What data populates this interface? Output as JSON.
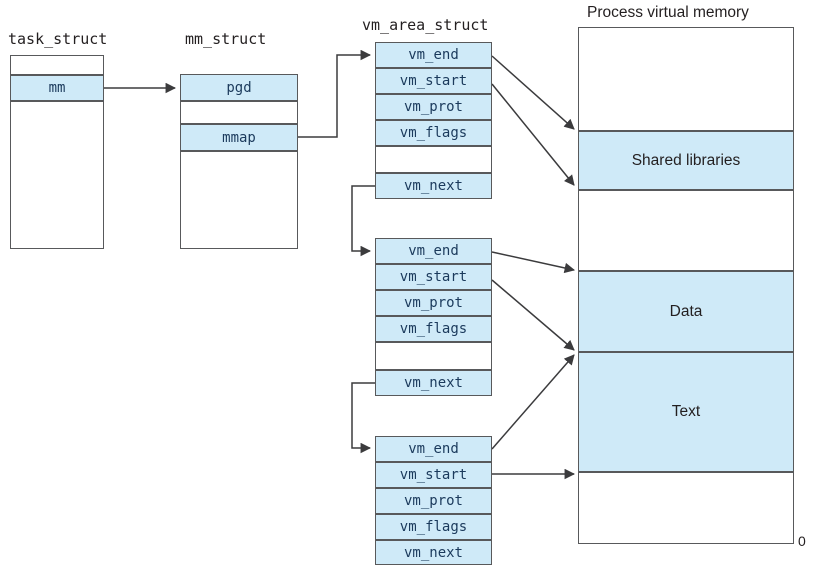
{
  "diagram": {
    "title_task_struct": "task_struct",
    "title_mm_struct": "mm_struct",
    "title_vm_area_struct": "vm_area_struct",
    "title_process_memory": "Process virtual memory",
    "zero_label": "0",
    "colors": {
      "highlight_fill": "#cfeaf8",
      "stroke": "#58595b",
      "mono_text": "#1b3a5c",
      "sans_text": "#231f20",
      "background": "#ffffff"
    }
  },
  "task_struct": {
    "rows": [
      {
        "label": "",
        "highlight": false
      },
      {
        "label": "mm",
        "highlight": true
      },
      {
        "label": "",
        "highlight": false
      }
    ]
  },
  "mm_struct": {
    "rows": [
      {
        "label": "pgd",
        "highlight": true
      },
      {
        "label": "",
        "highlight": false
      },
      {
        "label": "mmap",
        "highlight": true
      },
      {
        "label": "",
        "highlight": false
      }
    ]
  },
  "vm_area_structs": [
    {
      "name": "vma-1",
      "rows": [
        {
          "label": "vm_end",
          "highlight": true
        },
        {
          "label": "vm_start",
          "highlight": true
        },
        {
          "label": "vm_prot",
          "highlight": true
        },
        {
          "label": "vm_flags",
          "highlight": true
        },
        {
          "label": "",
          "highlight": false
        },
        {
          "label": "vm_next",
          "highlight": true
        }
      ]
    },
    {
      "name": "vma-2",
      "rows": [
        {
          "label": "vm_end",
          "highlight": true
        },
        {
          "label": "vm_start",
          "highlight": true
        },
        {
          "label": "vm_prot",
          "highlight": true
        },
        {
          "label": "vm_flags",
          "highlight": true
        },
        {
          "label": "",
          "highlight": false
        },
        {
          "label": "vm_next",
          "highlight": true
        }
      ]
    },
    {
      "name": "vma-3",
      "rows": [
        {
          "label": "vm_end",
          "highlight": true
        },
        {
          "label": "vm_start",
          "highlight": true
        },
        {
          "label": "vm_prot",
          "highlight": true
        },
        {
          "label": "vm_flags",
          "highlight": true
        },
        {
          "label": "vm_next",
          "highlight": true
        }
      ]
    }
  ],
  "process_memory": {
    "regions": [
      {
        "label": "",
        "highlight": false
      },
      {
        "label": "Shared libraries",
        "highlight": true
      },
      {
        "label": "",
        "highlight": false
      },
      {
        "label": "Data",
        "highlight": true
      },
      {
        "label": "Text",
        "highlight": true
      },
      {
        "label": "",
        "highlight": false
      }
    ]
  }
}
